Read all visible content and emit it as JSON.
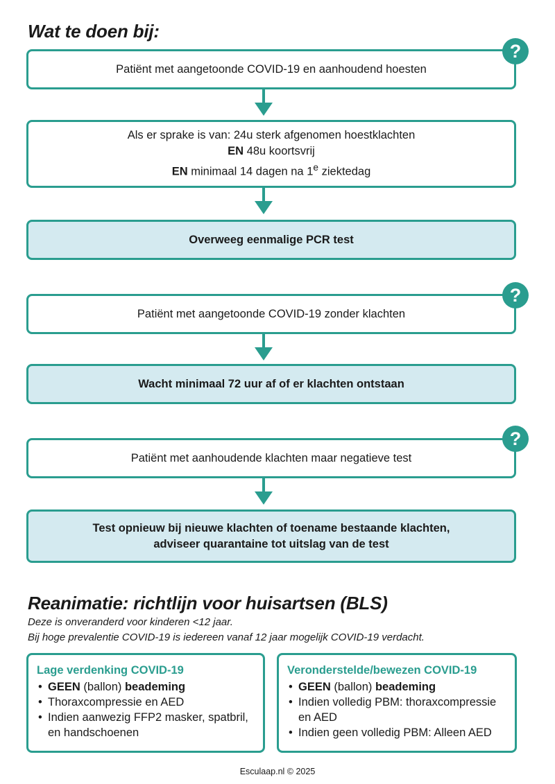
{
  "section1": {
    "title": "Wat te doen bij:",
    "q_mark": "?",
    "flow1": {
      "box1": "Patiënt met aangetoonde COVID-19 en aanhoudend hoesten",
      "box2_line1": "Als er sprake is van: 24u sterk afgenomen hoestklachten",
      "box2_line2_bold": "EN",
      "box2_line2_rest": " 48u koortsvrij",
      "box2_line3_bold": "EN",
      "box2_line3_rest": " minimaal 14 dagen na 1",
      "box2_line3_sup": "e",
      "box2_line3_end": " ziektedag",
      "box3": "Overweeg eenmalige PCR test"
    },
    "flow2": {
      "box1": "Patiënt met aangetoonde COVID-19 zonder klachten",
      "box2": "Wacht minimaal 72 uur af of er klachten ontstaan"
    },
    "flow3": {
      "box1": "Patiënt met aanhoudende klachten maar negatieve test",
      "box2_line1": "Test opnieuw bij nieuwe klachten of toename bestaande klachten,",
      "box2_line2": "adviseer quarantaine tot uitslag van de test"
    }
  },
  "section2": {
    "title": "Reanimatie: richtlijn voor huisartsen (BLS)",
    "note1": "Deze is onveranderd voor kinderen <12 jaar.",
    "note2": "Bij hoge prevalentie COVID-19 is iedereen vanaf 12 jaar mogelijk COVID-19 verdacht.",
    "left_card": {
      "title": "Lage verdenking COVID-19",
      "item1_a": "GEEN",
      "item1_b": " (ballon) ",
      "item1_c": "beademing",
      "item2": "Thoraxcompressie en AED",
      "item3": "Indien aanwezig FFP2 masker, spatbril, en handschoenen"
    },
    "right_card": {
      "title": "Veronderstelde/bewezen COVID-19",
      "item1_a": "GEEN",
      "item1_b": " (ballon) ",
      "item1_c": "beademing",
      "item2": "Indien volledig PBM: thoraxcompressie en AED",
      "item3": "Indien geen volledig PBM: Alleen AED"
    }
  },
  "footer": "Esculaap.nl © 2025",
  "colors": {
    "accent": "#2a9d8f",
    "fill": "#d4eaf0"
  }
}
